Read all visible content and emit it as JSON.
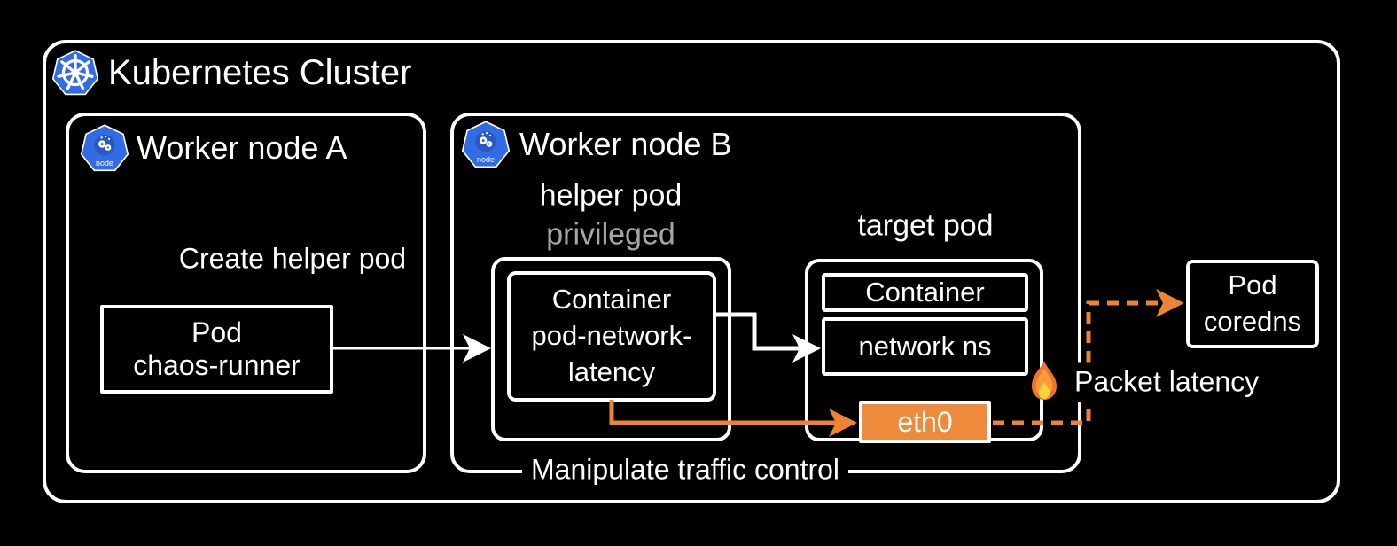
{
  "colors": {
    "background": "#000000",
    "box_border": "#ffffff",
    "text": "#ffffff",
    "muted_text": "#a6a6a6",
    "accent_orange": "#ed8333",
    "eth0_fill": "#ed8a3c",
    "k8s_blue": "#326ce5",
    "k8s_blue_dark": "#2b59c4"
  },
  "cluster": {
    "title": "Kubernetes Cluster"
  },
  "icons": {
    "node_badge": "node"
  },
  "worker_a": {
    "title": "Worker node A",
    "create_label": "Create helper pod",
    "pod": {
      "line1": "Pod",
      "line2": "chaos-runner"
    }
  },
  "worker_b": {
    "title": "Worker node B",
    "helper_pod": {
      "title": "helper pod",
      "subtitle": "privileged",
      "container": {
        "line1": "Container",
        "line2": "pod-network-",
        "line3": "latency"
      }
    },
    "target_pod": {
      "title": "target pod",
      "container_label": "Container",
      "network_ns_label": "network ns",
      "eth0_label": "eth0"
    },
    "bottom_label": "Manipulate traffic control"
  },
  "external_pod": {
    "line1": "Pod",
    "line2": "coredns"
  },
  "packet_latency_label": "Packet latency",
  "edges": [
    {
      "from": "pod-chaos-runner",
      "to": "helper-pod",
      "label": "Create helper pod",
      "style": "solid-white"
    },
    {
      "from": "container-pod-network-latency",
      "to": "network-ns",
      "label": "",
      "style": "solid-white"
    },
    {
      "from": "container-pod-network-latency",
      "to": "eth0",
      "label": "Manipulate traffic control",
      "style": "solid-orange"
    },
    {
      "from": "eth0",
      "to": "pod-coredns",
      "label": "Packet latency",
      "style": "dashed-orange"
    }
  ]
}
